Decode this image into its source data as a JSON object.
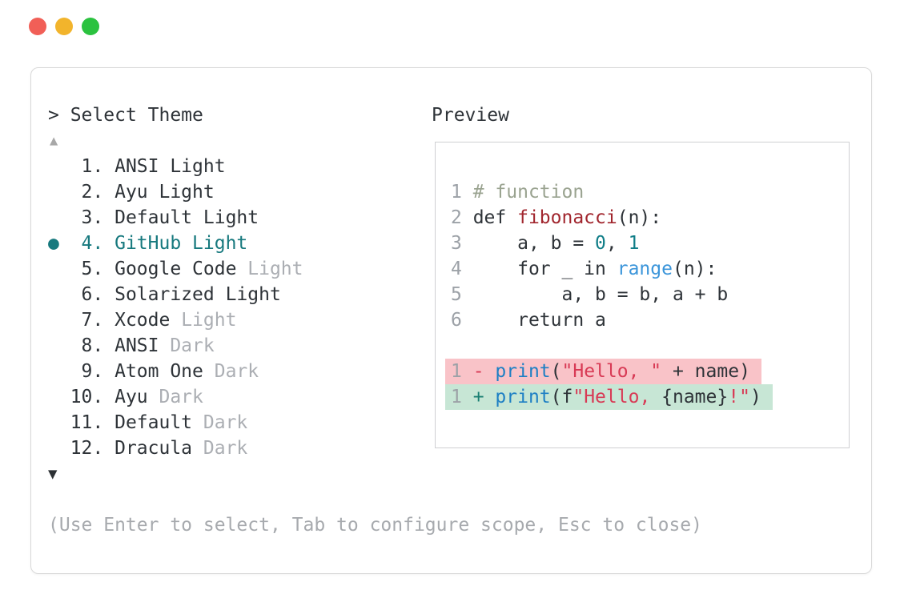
{
  "window": {
    "traffic_lights": [
      {
        "name": "close-button",
        "color": "#f15f57"
      },
      {
        "name": "minimize-button",
        "color": "#f2b42c"
      },
      {
        "name": "maximize-button",
        "color": "#2bc23f"
      }
    ]
  },
  "colors": {
    "text_dark": "#2e3338",
    "text_muted": "#abaeb3",
    "accent_teal": "#17797e",
    "diff_removed_bg": "#f9c3c8",
    "diff_added_bg": "#c7e6d5",
    "string_red": "#d83a55",
    "function_red": "#a1262e",
    "builtin_blue": "#3b95da",
    "call_blue": "#1d7fc4",
    "comment_gray_green": "#9aa390",
    "panel_border": "#d9d9d9"
  },
  "picker": {
    "prompt_prefix": "> ",
    "title": "Select Theme",
    "scroll_up_icon": "▲",
    "scroll_down_icon": "▼",
    "selected_marker": "●",
    "items": [
      {
        "num": " 1.",
        "name": "ANSI Light",
        "muted": "",
        "selected": false
      },
      {
        "num": " 2.",
        "name": "Ayu Light",
        "muted": "",
        "selected": false
      },
      {
        "num": " 3.",
        "name": "Default Light",
        "muted": "",
        "selected": false
      },
      {
        "num": " 4.",
        "name": "GitHub Light",
        "muted": "",
        "selected": true
      },
      {
        "num": " 5.",
        "name": "Google Code",
        "muted": " Light",
        "selected": false
      },
      {
        "num": " 6.",
        "name": "Solarized Light",
        "muted": "",
        "selected": false
      },
      {
        "num": " 7.",
        "name": "Xcode",
        "muted": " Light",
        "selected": false
      },
      {
        "num": " 8.",
        "name": "ANSI",
        "muted": " Dark",
        "selected": false
      },
      {
        "num": " 9.",
        "name": "Atom One",
        "muted": " Dark",
        "selected": false
      },
      {
        "num": "10.",
        "name": "Ayu",
        "muted": " Dark",
        "selected": false
      },
      {
        "num": "11.",
        "name": "Default",
        "muted": " Dark",
        "selected": false
      },
      {
        "num": "12.",
        "name": "Dracula",
        "muted": " Dark",
        "selected": false
      }
    ],
    "footer_hint": "(Use Enter to select, Tab to configure scope, Esc to close)"
  },
  "preview": {
    "title": "Preview",
    "code_lines": [
      {
        "hl": null,
        "tokens": [
          {
            "t": "1 ",
            "s": "linenum"
          },
          {
            "t": "# function",
            "s": "comment"
          }
        ]
      },
      {
        "hl": null,
        "tokens": [
          {
            "t": "2 ",
            "s": "linenum"
          },
          {
            "t": "def ",
            "s": "default"
          },
          {
            "t": "fibonacci",
            "s": "funcdef"
          },
          {
            "t": "(n):",
            "s": "default"
          }
        ]
      },
      {
        "hl": null,
        "tokens": [
          {
            "t": "3 ",
            "s": "linenum"
          },
          {
            "t": "    a, b = ",
            "s": "default"
          },
          {
            "t": "0",
            "s": "number"
          },
          {
            "t": ", ",
            "s": "default"
          },
          {
            "t": "1",
            "s": "number"
          }
        ]
      },
      {
        "hl": null,
        "tokens": [
          {
            "t": "4 ",
            "s": "linenum"
          },
          {
            "t": "    for _ in ",
            "s": "default"
          },
          {
            "t": "range",
            "s": "builtin"
          },
          {
            "t": "(n):",
            "s": "default"
          }
        ]
      },
      {
        "hl": null,
        "tokens": [
          {
            "t": "5 ",
            "s": "linenum"
          },
          {
            "t": "        a, b = b, a + b",
            "s": "default"
          }
        ]
      },
      {
        "hl": null,
        "tokens": [
          {
            "t": "6 ",
            "s": "linenum"
          },
          {
            "t": "    return a",
            "s": "default"
          }
        ]
      },
      {
        "hl": null,
        "tokens": []
      },
      {
        "hl": "removed",
        "tokens": [
          {
            "t": "1 ",
            "s": "linenum"
          },
          {
            "t": "- ",
            "s": "minus"
          },
          {
            "t": "print",
            "s": "call"
          },
          {
            "t": "(",
            "s": "default"
          },
          {
            "t": "\"Hello, \"",
            "s": "string"
          },
          {
            "t": " + name)",
            "s": "default"
          }
        ]
      },
      {
        "hl": "added",
        "tokens": [
          {
            "t": "1 ",
            "s": "linenum"
          },
          {
            "t": "+ ",
            "s": "plus"
          },
          {
            "t": "print",
            "s": "call"
          },
          {
            "t": "(f",
            "s": "default"
          },
          {
            "t": "\"Hello, ",
            "s": "string"
          },
          {
            "t": "{name}",
            "s": "default"
          },
          {
            "t": "!\"",
            "s": "string"
          },
          {
            "t": ")",
            "s": "default"
          }
        ]
      }
    ]
  }
}
